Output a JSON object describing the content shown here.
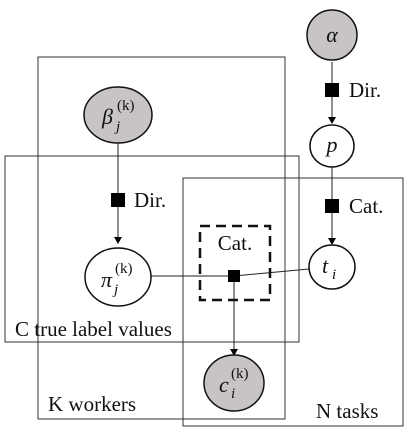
{
  "plates": {
    "workers": "K workers",
    "label_values": "C true label values",
    "tasks": "N tasks"
  },
  "nodes": {
    "alpha": {
      "symbol": "α",
      "observed": true
    },
    "p": {
      "symbol": "p",
      "observed": false
    },
    "beta": {
      "symbol": "β",
      "subscript": "j",
      "superscript": "(k)",
      "observed": true
    },
    "pi": {
      "symbol": "π",
      "subscript": "j",
      "superscript": "(k)",
      "observed": false
    },
    "t": {
      "symbol": "t",
      "subscript": "i",
      "observed": false
    },
    "c": {
      "symbol": "c",
      "subscript": "i",
      "superscript": "(k)",
      "observed": true
    }
  },
  "factors": {
    "alpha_to_p": "Dir.",
    "p_to_t": "Cat.",
    "beta_to_pi": "Dir.",
    "gate": "Cat."
  },
  "colors": {
    "observed_fill": "#c8c4c4",
    "latent_fill": "#ffffff",
    "factor": "#000000"
  }
}
